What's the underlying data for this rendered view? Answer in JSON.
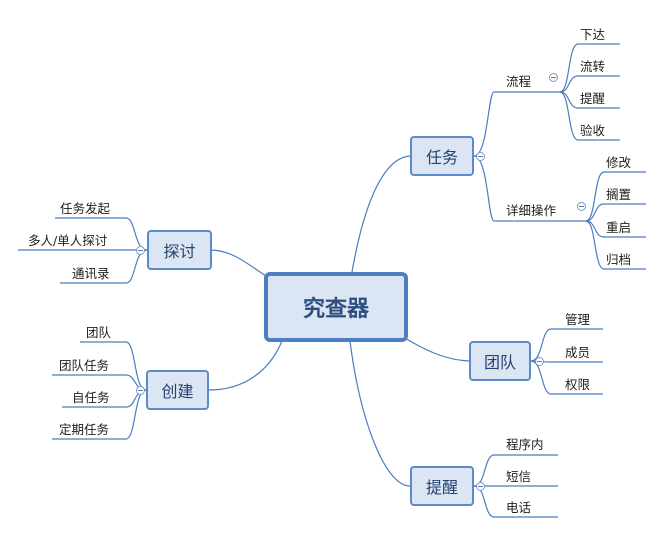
{
  "center": {
    "label": "究查器"
  },
  "branches": {
    "task": {
      "label": "任务"
    },
    "team": {
      "label": "团队"
    },
    "remind": {
      "label": "提醒"
    },
    "discuss": {
      "label": "探讨"
    },
    "create": {
      "label": "创建"
    }
  },
  "task_groups": {
    "flow": {
      "label": "流程",
      "items": [
        "下达",
        "流转",
        "提醒",
        "验收"
      ]
    },
    "detail": {
      "label": "详细操作",
      "items": [
        "修改",
        "搁置",
        "重启",
        "归档"
      ]
    }
  },
  "team_items": [
    "管理",
    "成员",
    "权限"
  ],
  "remind_items": [
    "程序内",
    "短信",
    "电话"
  ],
  "discuss_items": [
    "任务发起",
    "多人/单人探讨",
    "通讯录"
  ],
  "create_items": [
    "团队",
    "团队任务",
    "自任务",
    "定期任务"
  ],
  "colors": {
    "line": "#4a7ebf",
    "node_fill": "#dbe5f3",
    "node_border": "#5b8bc9"
  }
}
